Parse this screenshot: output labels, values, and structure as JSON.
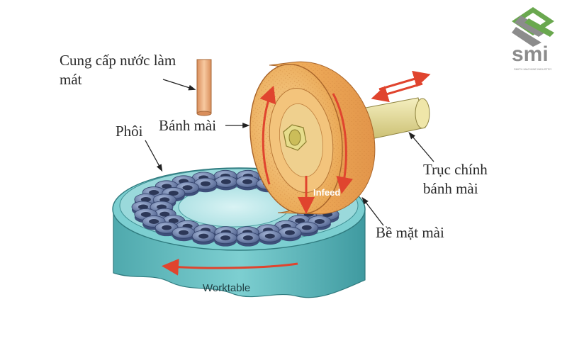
{
  "labels": {
    "coolant_line1": "Cung cấp nước làm",
    "coolant_line2": "mát",
    "workpiece": "Phôi",
    "wheel": "Bánh mài",
    "spindle_line1": "Trục chính",
    "spindle_line2": "bánh mài",
    "grinding_surface": "Bề mặt mài",
    "infeed": "Infeed",
    "worktable": "Worktable"
  },
  "logo": {
    "text": "smi",
    "tagline": "SMITH MACHINE INDUSTRY",
    "colors": {
      "green": "#6aa84f",
      "gray": "#8c8c8c"
    }
  },
  "colors": {
    "wheel": "#f2b86c",
    "table": "#6cc1c4",
    "arrow": "#e0442e",
    "spindle": "#e9df9a",
    "pipe": "#f1b98a"
  }
}
